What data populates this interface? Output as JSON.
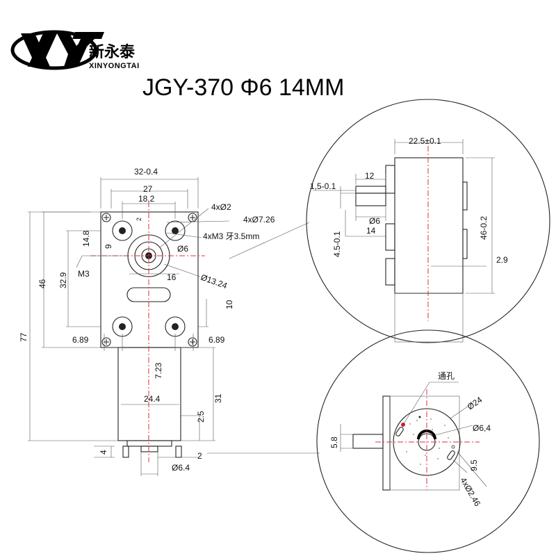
{
  "logo": {
    "mark": "XYT",
    "name_cn": "新永泰",
    "name_en": "XINYONGTAI"
  },
  "title": "JGY-370 Φ6 14MM",
  "front_view": {
    "width_outer": "32-0.4",
    "width_27": "27",
    "width_18": "18.2",
    "hole_4x2": "4xØ2",
    "hole_4x7": "4xØ7.26",
    "thread": "4xM3 牙3.5mm",
    "dim_14_8": "14.8",
    "dim_2": "2",
    "dim_9": "9",
    "shaft_d": "Ø6",
    "m3": "M3",
    "dim_32_9": "32.9",
    "dim_46": "46",
    "boss_d": "Ø13.24",
    "dim_16": "16",
    "dim_10": "10",
    "left_689": "6.89",
    "right_689": "6.89",
    "dim_77": "77",
    "dim_7_23": "7.23",
    "motor_d": "24.4",
    "dim_31": "31",
    "dim_2_5": "2.5",
    "dim_4": "4",
    "dim_2b": "2",
    "bush_d": "Ø6.4"
  },
  "side_detail": {
    "len": "22.5±0.1",
    "dim_12": "12",
    "dim_1_5": "1,5-0.1",
    "shaft_d": "Ø6",
    "dim_14": "14",
    "dim_4_5": "4.5-0.1",
    "height": "46-0.2",
    "dim_2_9": "2.9"
  },
  "end_detail": {
    "through_hole": "通孔",
    "d24": "Ø24",
    "d6_4": "Ø6,4",
    "dim_5_8": "5.8",
    "dim_9_5": "9.5",
    "holes": "4xØ2.46"
  }
}
